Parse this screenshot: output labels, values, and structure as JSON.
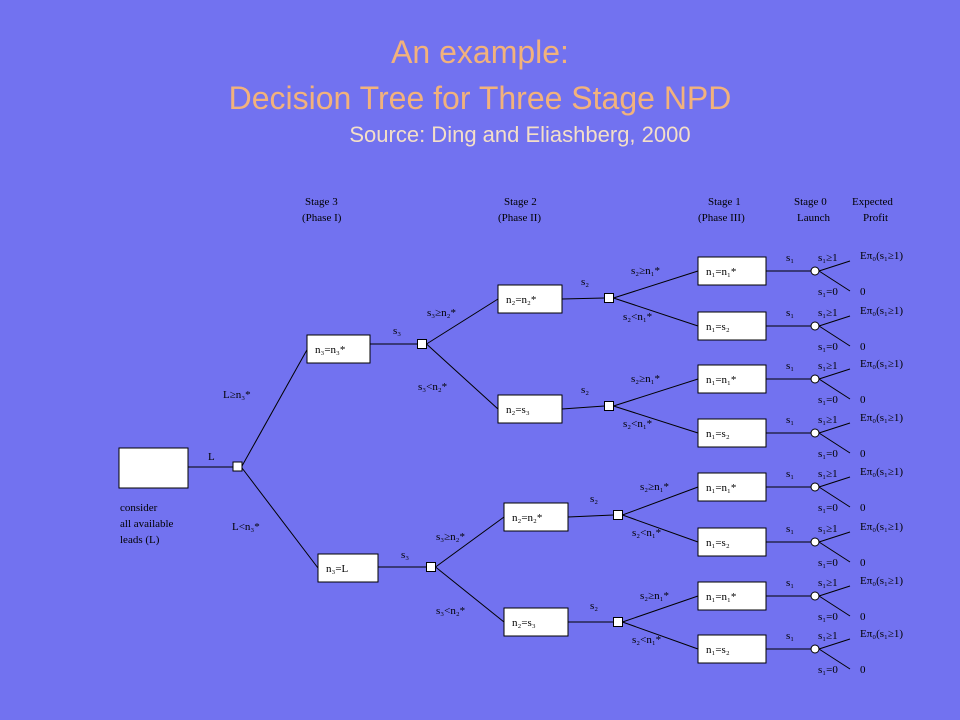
{
  "title": {
    "line1": "An example:",
    "line2": "Decision Tree for Three Stage NPD",
    "line3": "Source: Ding and Eliashberg, 2000"
  },
  "headers": {
    "stage3": "Stage 3",
    "phase1": "(Phase I)",
    "stage2": "Stage 2",
    "phase2": "(Phase II)",
    "stage1": "Stage 1",
    "phase3": "(Phase III)",
    "stage0": "Stage 0",
    "launch": "Launch",
    "expected": "Expected",
    "profit": "Profit"
  },
  "root": {
    "consider1": "consider",
    "consider2": "all available",
    "consider3": "leads (L)",
    "L": "L",
    "upper_branch": "L≥n₃*",
    "lower_branch": "L<n₃*"
  },
  "stage3_nodes": [
    "n₃=n₃*",
    "n₃=L"
  ],
  "s3": "s₃",
  "s3_upper": "s₃≥n₂*",
  "s3_lower": "s₃<n₂*",
  "stage2_nodes": [
    "n₂=n₂*",
    "n₂=s₃"
  ],
  "s2": "s₂",
  "s2_upper": "s₂≥n₁*",
  "s2_lower": "s₂<n₁*",
  "stage1_nodes": [
    "n₁=n₁*",
    "n₁=s₂"
  ],
  "s1": "s₁",
  "s1_ge": "s₁≥1",
  "s1_eq0": "s₁=0",
  "profit_ge": "Eπ₀(s₁≥1)",
  "profit_zero": "0"
}
